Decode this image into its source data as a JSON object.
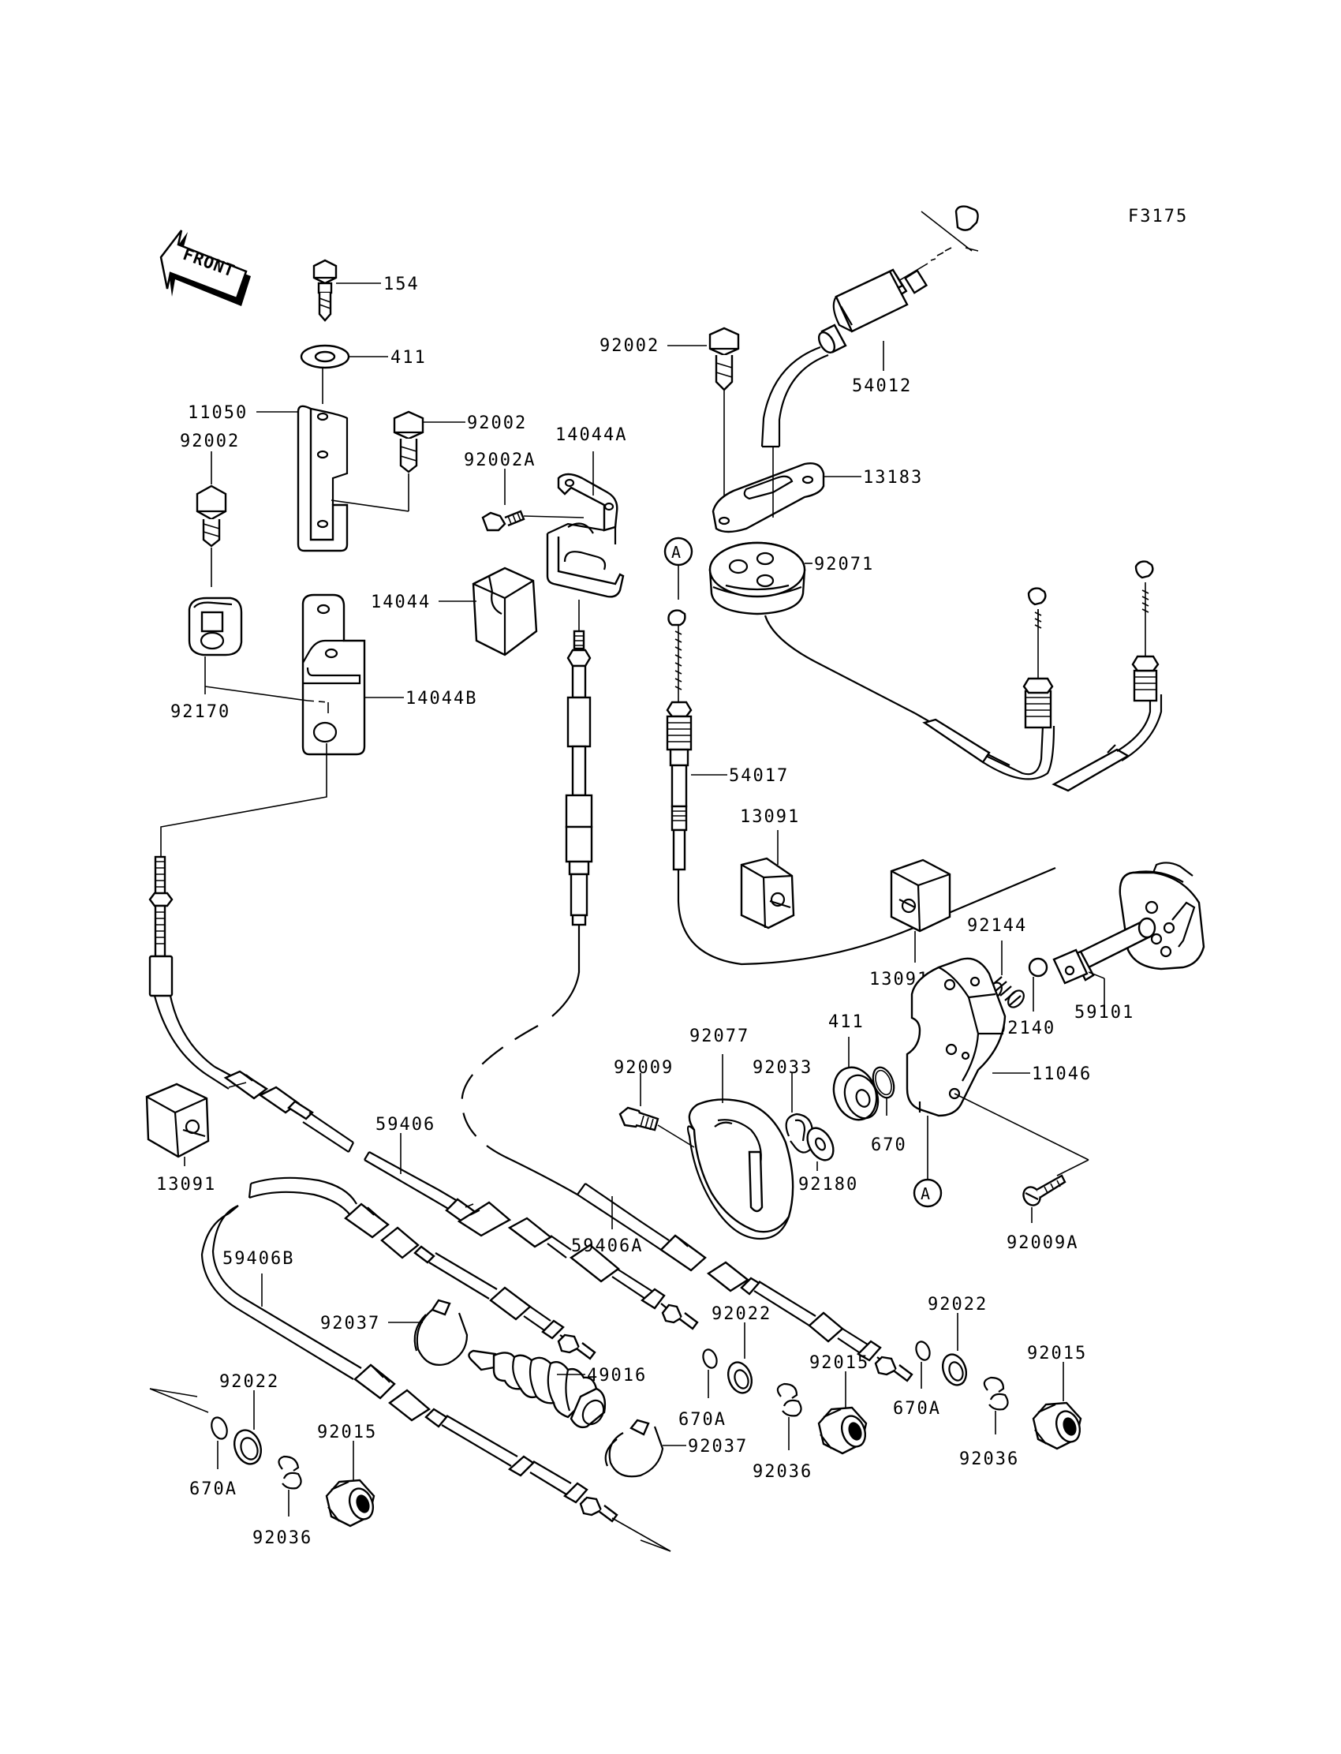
{
  "diagram": {
    "code": "F3175",
    "front_label": "FRONT",
    "callout_letter": "A"
  },
  "labels": {
    "l154": "154",
    "l411_top": "411",
    "l11050": "11050",
    "l92002_bolt": "92002",
    "l92002_left": "92002",
    "l92002_top": "92002",
    "l14044A": "14044A",
    "l92002A": "92002A",
    "l14044": "14044",
    "l14044B": "14044B",
    "l92170": "92170",
    "l54012": "54012",
    "l13183": "13183",
    "l92071": "92071",
    "l54017": "54017",
    "l13091_a": "13091",
    "l13091_b": "13091",
    "l13091_c": "13091",
    "l92144": "92144",
    "l92140": "92140",
    "l59101": "59101",
    "l411_mid": "411",
    "l11046": "11046",
    "l92077": "92077",
    "l92009": "92009",
    "l92033": "92033",
    "l670": "670",
    "l92180": "92180",
    "l92009A": "92009A",
    "l59406": "59406",
    "l59406A": "59406A",
    "l59406B": "59406B",
    "l92037_a": "92037",
    "l92037_b": "92037",
    "l49016": "49016",
    "l92022_a": "92022",
    "l92022_b": "92022",
    "l92022_c": "92022",
    "l670A_a": "670A",
    "l670A_b": "670A",
    "l670A_c": "670A",
    "l92015_a": "92015",
    "l92015_b": "92015",
    "l92015_c": "92015",
    "l92036_a": "92036",
    "l92036_b": "92036",
    "l92036_c": "92036"
  }
}
